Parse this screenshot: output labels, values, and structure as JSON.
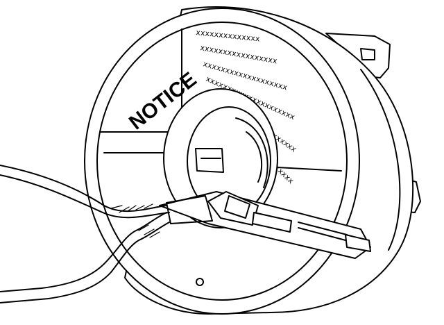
{
  "notice_label": "NOTICE",
  "warning_lines": [
    "xxxxxxxxxxxxxx",
    "xxxxxxxxxxxxxxxxx",
    "xxxxxxxxxxxxxxxxxxx",
    "xxxxxxxxxxxxxxxxxxxxx",
    "xxxxxxxxxxxxxxxxxxxxxxx",
    "xxxxxxxxxxxxxxxxxxxxxxxxx"
  ]
}
